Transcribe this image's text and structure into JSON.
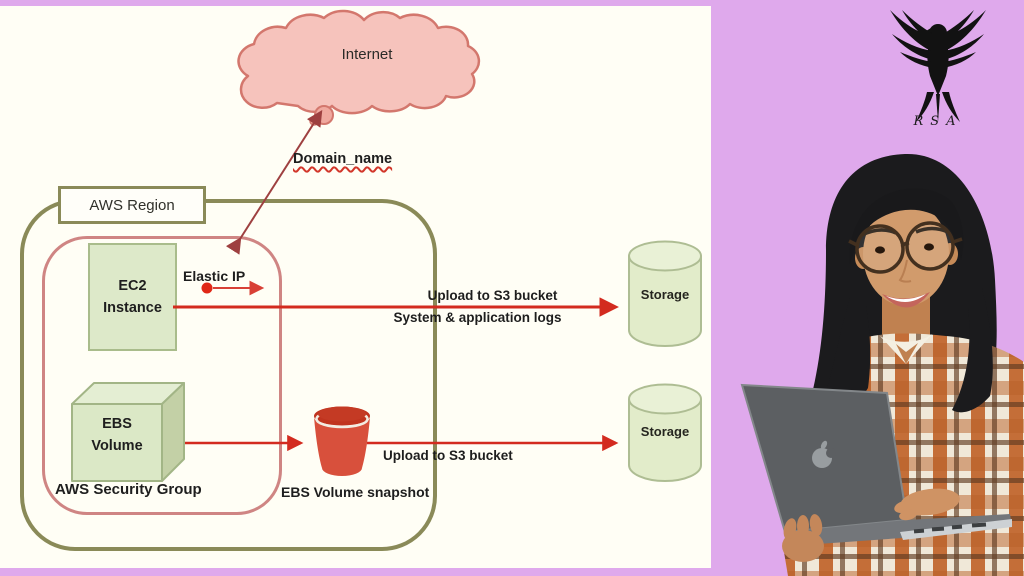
{
  "window": {
    "bg_color": "#dfa9ec",
    "panel_bg": "#fffef5"
  },
  "diagram": {
    "internet_label": "Internet",
    "domain_label": "Domain_name",
    "aws_region_label": "AWS Region",
    "security_group_label": "AWS Security Group",
    "ec2_line1": "EC2",
    "ec2_line2": "Instance",
    "elastic_ip_label": "Elastic IP",
    "ebs_line1": "EBS",
    "ebs_line2": "Volume",
    "upload_top_label": "Upload to S3 bucket",
    "upload_top_sublabel": "System & application logs",
    "upload_bottom_label": "Upload to S3 bucket",
    "snapshot_label": "EBS Volume snapshot",
    "storage_top_label": "Storage",
    "storage_bottom_label": "Storage",
    "icons": {
      "cloud": "internet-cloud-icon",
      "bucket": "s3-bucket-icon",
      "cube": "ebs-volume-cube-icon",
      "cylinder": "storage-cylinder-icon"
    },
    "colors": {
      "region_border": "#8a8a58",
      "security_group_border": "#cf8583",
      "node_fill": "#dde9c9",
      "node_border": "#a9bc8b",
      "cloud_fill": "#f6c3bc",
      "cloud_border": "#d3776d",
      "arrow_red": "#d32b1f",
      "arrow_maroon": "#9e4040",
      "bucket_red": "#d8503c"
    }
  },
  "branding": {
    "logo_text": "RSA",
    "logo_icon": "eagle-icon"
  }
}
